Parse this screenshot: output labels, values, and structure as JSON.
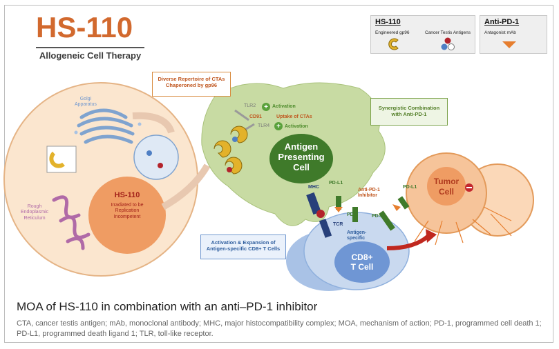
{
  "header": {
    "title": "HS-110",
    "subtitle": "Allogeneic Cell Therapy"
  },
  "legend": {
    "hs110": {
      "title": "HS-110",
      "item1": "Engineered gp96",
      "item2": "Cancer Testis Antigens"
    },
    "antipd1": {
      "title": "Anti-PD-1",
      "item1": "Antagonist mAb"
    }
  },
  "cell": {
    "golgi": "Golgi\nApparatus",
    "er": "Rough\nEndoplasmic\nReticulum",
    "core_title": "HS-110",
    "core_text": "Irradiated to be\nReplication\nIncompetent"
  },
  "callouts": {
    "repertoire": "Diverse Repertoire of CTAs\nChaperoned by gp96",
    "synergy": "Synergistic Combination\nwith Anti-PD-1",
    "activation": "Activation & Expansion of\nAntigen-specific CD8+ T Cells"
  },
  "apc": {
    "tlr2": "TLR2",
    "tlr2_effect": "Activation",
    "cd91": "CD91",
    "cd91_effect": "Uptake of CTAs",
    "tlr4": "TLR4",
    "tlr4_effect": "Activation",
    "name": "Antigen\nPresenting\nCell",
    "mhc": "MHC",
    "pdl1": "PD-L1"
  },
  "tcell": {
    "tcr": "TCR",
    "pd1_a": "PD-1",
    "pd1_b": "PD-1",
    "antigen_specific": "Antigen-\nspecific",
    "name": "CD8+\nT Cell"
  },
  "inhibitor": "Anti-PD-1\nInhibitor",
  "tumor": {
    "name": "Tumor\nCell",
    "pdl1": "PD-L1"
  },
  "caption": "MOA of HS-110 in combination with an anti–PD-1 inhibitor",
  "footnote": "CTA, cancer testis antigen; mAb, monoclonal antibody; MHC, major histocompatibility complex; MOA, mechanism of action; PD-1, programmed cell death 1; PD-L1, programmed death ligand 1; TLR, toll-like receptor.",
  "colors": {
    "orange": "#d2692e",
    "apc_green": "#c8dba3",
    "apc_dark": "#3f7a2a",
    "tcell_blue": "#c9d9ef",
    "tumor": "#f6c49a",
    "gp96": "#e3b22b"
  }
}
